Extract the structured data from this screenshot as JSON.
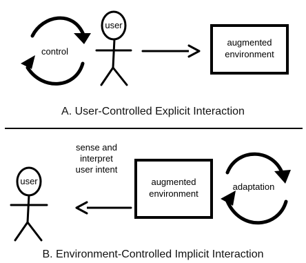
{
  "panel_a": {
    "loop_label": "control",
    "actor_label": "user",
    "box_label_line1": "augmented",
    "box_label_line2": "environment",
    "caption": "A. User-Controlled Explicit Interaction"
  },
  "panel_b": {
    "actor_label": "user",
    "arrow_label_line1": "sense and",
    "arrow_label_line2": "interpret",
    "arrow_label_line3": "user intent",
    "box_label_line1": "augmented",
    "box_label_line2": "environment",
    "loop_label": "adaptation",
    "caption": "B. Environment-Controlled Implicit Interaction"
  }
}
